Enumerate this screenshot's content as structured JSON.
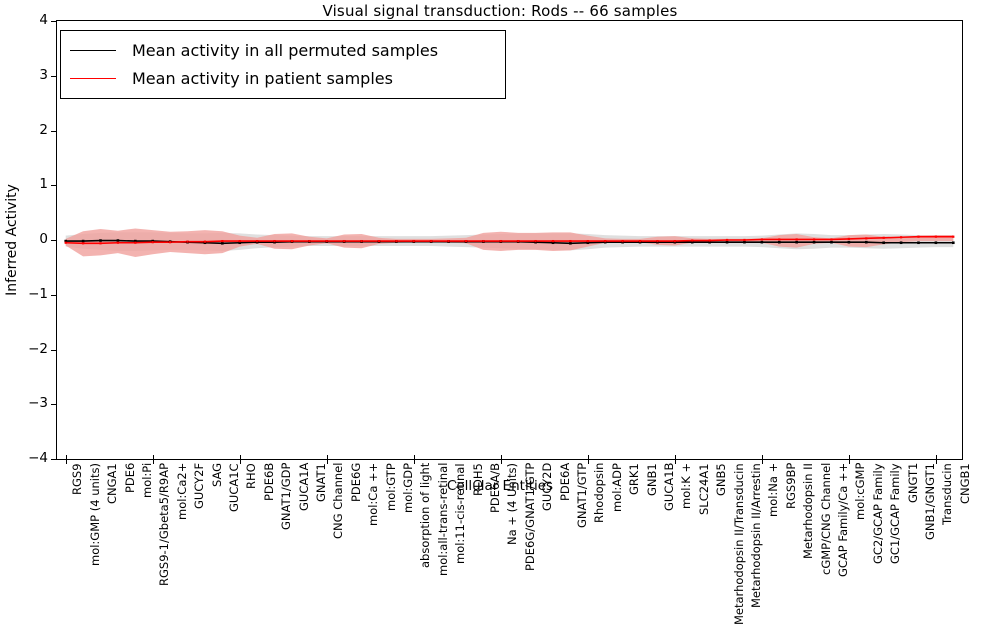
{
  "chart_data": {
    "type": "line",
    "title": "Visual signal transduction: Rods -- 66 samples",
    "xlabel": "Cellular Entities",
    "ylabel": "Inferred Activity",
    "ylim": [
      -4,
      4
    ],
    "yticks": [
      -4,
      -3,
      -2,
      -1,
      0,
      1,
      2,
      3,
      4
    ],
    "ytick_labels": [
      "−4",
      "−3",
      "−2",
      "−1",
      "0",
      "1",
      "2",
      "3",
      "4"
    ],
    "grid": false,
    "legend_position": "upper left",
    "legend": [
      {
        "label": "Mean activity in all permuted samples",
        "color": "#000000"
      },
      {
        "label": "Mean activity in patient samples",
        "color": "#ff0000"
      }
    ],
    "band_colors": {
      "permuted": "#d9d9d9",
      "patient": "#f0a09c"
    },
    "categories": [
      "RGS9",
      "mol:GMP (4 units)",
      "CNGA1",
      "PDE6",
      "mol:Pi",
      "RGS9-1/Gbeta5/R9AP",
      "mol:Ca2+",
      "GUCY2F",
      "SAG",
      "GUCA1C",
      "RHO",
      "PDE6B",
      "GNAT1/GDP",
      "GUCA1A",
      "GNAT1",
      "CNG Channel",
      "PDE6G",
      "mol:Ca ++",
      "mol:GTP",
      "mol:GDP",
      "absorption of light",
      "mol:all-trans-retinal",
      "mol:11-cis-retinal",
      "RDH5",
      "PDE6A/B",
      "Na + (4 Units)",
      "PDE6G/GNAT1/GTP",
      "GUCY2D",
      "PDE6A",
      "GNAT1/GTP",
      "Rhodopsin",
      "mol:ADP",
      "GRK1",
      "GNB1",
      "GUCA1B",
      "mol:K +",
      "SLC24A1",
      "GNB5",
      "Metarhodopsin II/Transducin",
      "Metarhodopsin II/Arrestin",
      "mol:Na +",
      "RGS9BP",
      "Metarhodopsin II",
      "cGMP/CNG Channel",
      "GCAP Family/Ca ++",
      "mol:cGMP",
      "GC2/GCAP Family",
      "GC1/GCAP Family",
      "GNGT1",
      "GNB1/GNGT1",
      "Transducin",
      "CNGB1"
    ],
    "series": [
      {
        "name": "Mean activity in all permuted samples",
        "color": "#000000",
        "values": [
          -0.02,
          -0.02,
          -0.01,
          -0.01,
          -0.02,
          -0.02,
          -0.03,
          -0.04,
          -0.05,
          -0.06,
          -0.05,
          -0.04,
          -0.04,
          -0.03,
          -0.03,
          -0.03,
          -0.03,
          -0.03,
          -0.03,
          -0.03,
          -0.03,
          -0.03,
          -0.03,
          -0.03,
          -0.03,
          -0.03,
          -0.03,
          -0.04,
          -0.05,
          -0.06,
          -0.05,
          -0.04,
          -0.04,
          -0.04,
          -0.04,
          -0.04,
          -0.04,
          -0.04,
          -0.04,
          -0.04,
          -0.04,
          -0.04,
          -0.04,
          -0.04,
          -0.04,
          -0.04,
          -0.04,
          -0.05,
          -0.05,
          -0.05,
          -0.05,
          -0.05
        ],
        "band_lower": [
          -0.12,
          -0.16,
          -0.18,
          -0.2,
          -0.2,
          -0.19,
          -0.18,
          -0.18,
          -0.19,
          -0.2,
          -0.18,
          -0.15,
          -0.13,
          -0.12,
          -0.11,
          -0.11,
          -0.11,
          -0.11,
          -0.11,
          -0.11,
          -0.11,
          -0.11,
          -0.12,
          -0.13,
          -0.14,
          -0.15,
          -0.16,
          -0.17,
          -0.18,
          -0.19,
          -0.17,
          -0.14,
          -0.13,
          -0.12,
          -0.12,
          -0.12,
          -0.12,
          -0.12,
          -0.12,
          -0.12,
          -0.13,
          -0.15,
          -0.17,
          -0.16,
          -0.14,
          -0.14,
          -0.15,
          -0.16,
          -0.15,
          -0.14,
          -0.13,
          -0.13
        ],
        "band_upper": [
          0.08,
          0.11,
          0.13,
          0.14,
          0.14,
          0.14,
          0.13,
          0.12,
          0.12,
          0.13,
          0.12,
          0.1,
          0.09,
          0.08,
          0.07,
          0.07,
          0.07,
          0.07,
          0.07,
          0.07,
          0.07,
          0.07,
          0.08,
          0.09,
          0.1,
          0.11,
          0.12,
          0.12,
          0.12,
          0.12,
          0.11,
          0.09,
          0.08,
          0.07,
          0.07,
          0.07,
          0.07,
          0.07,
          0.07,
          0.07,
          0.08,
          0.1,
          0.12,
          0.11,
          0.09,
          0.09,
          0.1,
          0.11,
          0.1,
          0.09,
          0.08,
          0.08
        ]
      },
      {
        "name": "Mean activity in patient samples",
        "color": "#ff0000",
        "values": [
          -0.05,
          -0.06,
          -0.06,
          -0.05,
          -0.05,
          -0.04,
          -0.04,
          -0.03,
          -0.03,
          -0.02,
          -0.02,
          -0.02,
          -0.02,
          -0.02,
          -0.02,
          -0.02,
          -0.02,
          -0.02,
          -0.02,
          -0.02,
          -0.02,
          -0.02,
          -0.02,
          -0.02,
          -0.02,
          -0.02,
          -0.02,
          -0.02,
          -0.02,
          -0.02,
          -0.02,
          -0.02,
          -0.02,
          -0.02,
          -0.02,
          -0.02,
          -0.01,
          -0.01,
          0.0,
          0.0,
          0.01,
          0.01,
          0.01,
          0.01,
          0.01,
          0.02,
          0.03,
          0.04,
          0.05,
          0.06,
          0.06,
          0.06
        ],
        "band_lower": [
          -0.1,
          -0.3,
          -0.28,
          -0.24,
          -0.31,
          -0.26,
          -0.22,
          -0.24,
          -0.26,
          -0.24,
          -0.12,
          -0.07,
          -0.16,
          -0.17,
          -0.1,
          -0.06,
          -0.14,
          -0.15,
          -0.07,
          -0.05,
          -0.04,
          -0.04,
          -0.05,
          -0.06,
          -0.18,
          -0.2,
          -0.18,
          -0.18,
          -0.2,
          -0.19,
          -0.12,
          -0.05,
          -0.04,
          -0.04,
          -0.09,
          -0.1,
          -0.05,
          -0.04,
          -0.04,
          -0.04,
          -0.05,
          -0.12,
          -0.14,
          -0.07,
          -0.05,
          -0.12,
          -0.13,
          -0.08,
          -0.04,
          -0.02,
          -0.02,
          -0.02
        ],
        "band_upper": [
          0.02,
          0.16,
          0.2,
          0.17,
          0.21,
          0.18,
          0.15,
          0.16,
          0.18,
          0.16,
          0.08,
          0.04,
          0.11,
          0.12,
          0.06,
          0.03,
          0.1,
          0.11,
          0.04,
          0.02,
          0.02,
          0.02,
          0.03,
          0.04,
          0.13,
          0.15,
          0.13,
          0.13,
          0.14,
          0.14,
          0.08,
          0.03,
          0.02,
          0.02,
          0.06,
          0.07,
          0.03,
          0.02,
          0.02,
          0.02,
          0.03,
          0.09,
          0.11,
          0.05,
          0.03,
          0.09,
          0.1,
          0.06,
          0.04,
          0.08,
          0.09,
          0.09
        ]
      }
    ]
  }
}
